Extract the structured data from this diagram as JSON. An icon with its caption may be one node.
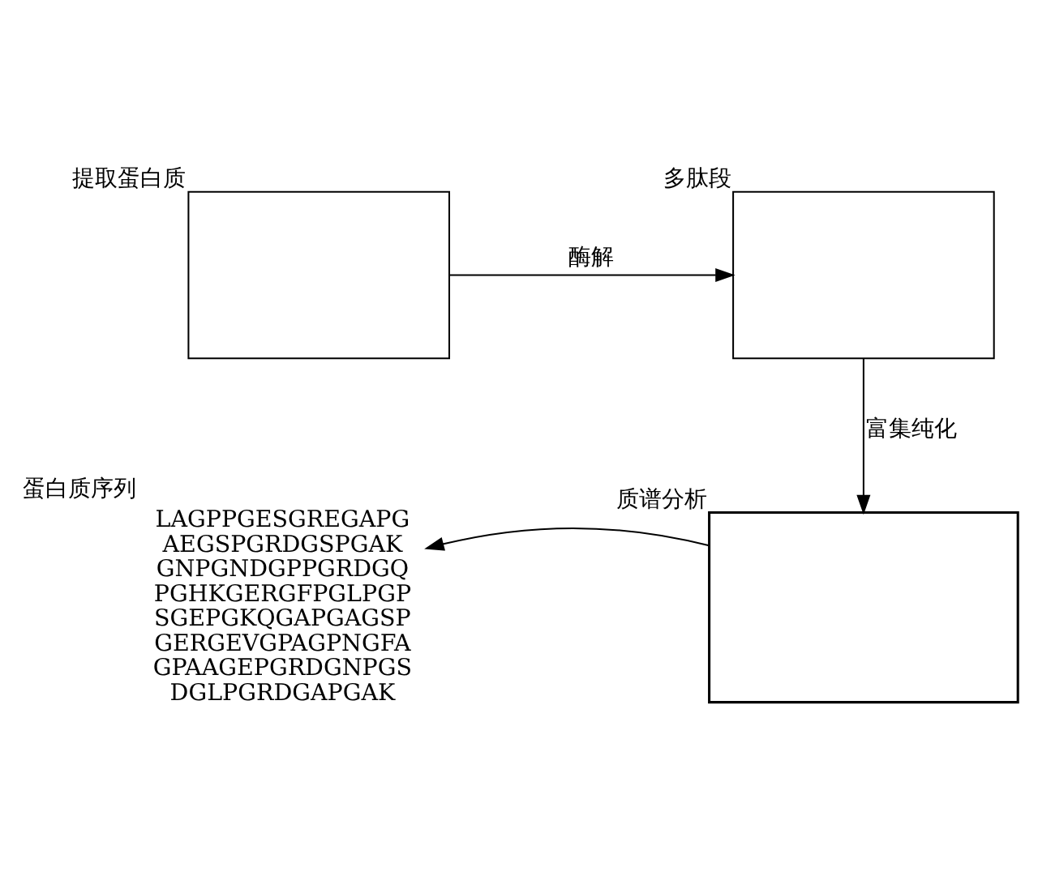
{
  "diagram": {
    "nodes": [
      {
        "text": [],
        "shape": "box",
        "beside": [
          "提取蛋白质"
        ]
      },
      {
        "text": [],
        "shape": "box",
        "beside": [
          "多肽段"
        ]
      },
      {
        "text": [],
        "shape": "box",
        "beside": [
          "质谱分析"
        ]
      },
      {
        "text": [
          "LAGPPGESGREGAPG",
          "AEGSPGRDGSPGAK",
          "GNPGNDGPPGRDGQ",
          "PGHKGERGFPGLPGP",
          "SGEPGKQGAPGAGSP",
          "GERGEVGPAGPNGFA",
          "GPAAGEPGRDGNPGS",
          "DGLPGRDGAPGAK"
        ],
        "beside": [
          "蛋白质序列"
        ]
      }
    ],
    "edges": [
      {
        "from": 0,
        "to": 1,
        "arrow": "to",
        "label": "酶解"
      },
      {
        "from": 1,
        "to": 2,
        "arrow": "to",
        "label": "富集纯化"
      },
      {
        "from": 2,
        "to": 3,
        "arrow": "to"
      }
    ]
  }
}
